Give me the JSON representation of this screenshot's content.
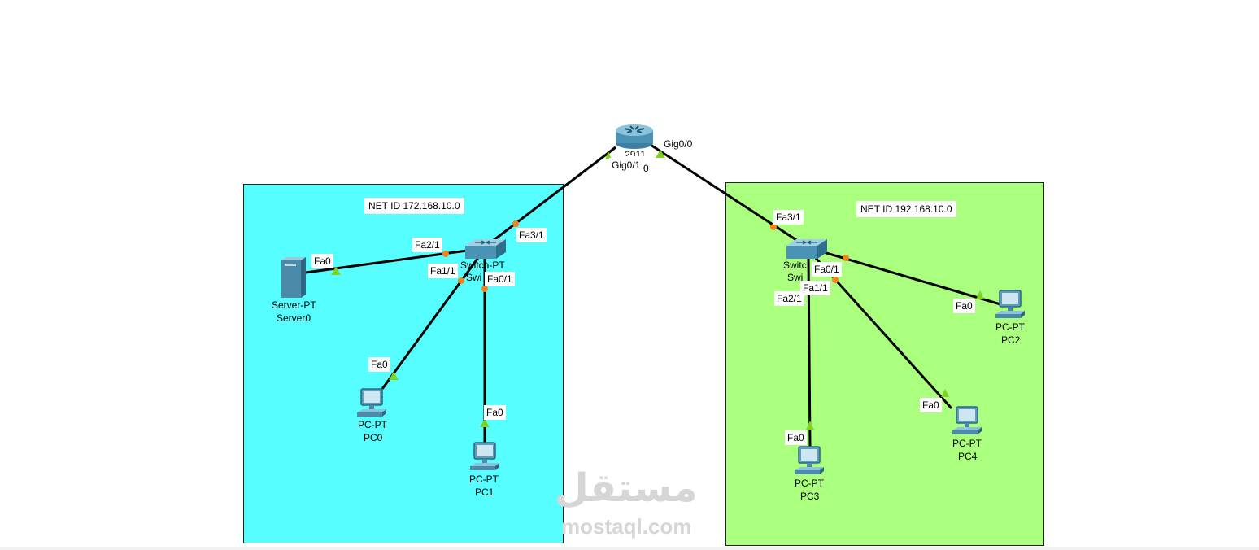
{
  "areas": {
    "left": {
      "color": "#57feff",
      "net_label": "NET ID 172.168.10.0"
    },
    "right": {
      "color": "#aaff7f",
      "net_label": "NET ID 192.168.10.0"
    }
  },
  "devices": {
    "router": {
      "model": "2911",
      "name": "0"
    },
    "switch0": {
      "model": "Switch-PT",
      "name": "Swi"
    },
    "switch1": {
      "model": "Switc",
      "name": "Swi"
    },
    "server0": {
      "model": "Server-PT",
      "name": "Server0"
    },
    "pc0": {
      "model": "PC-PT",
      "name": "PC0"
    },
    "pc1": {
      "model": "PC-PT",
      "name": "PC1"
    },
    "pc2": {
      "model": "PC-PT",
      "name": "PC2"
    },
    "pc3": {
      "model": "PC-PT",
      "name": "PC3"
    },
    "pc4": {
      "model": "PC-PT",
      "name": "PC4"
    }
  },
  "ports": {
    "router_gig00": "Gig0/0",
    "router_gig01": "Gig0/1",
    "sw0_fa31": "Fa3/1",
    "sw0_fa21": "Fa2/1",
    "sw0_fa11": "Fa1/1",
    "sw0_fa01": "Fa0/1",
    "server0_fa0": "Fa0",
    "pc0_fa0": "Fa0",
    "pc1_fa0": "Fa0",
    "sw1_fa31": "Fa3/1",
    "sw1_fa01": "Fa0/1",
    "sw1_fa11": "Fa1/1",
    "sw1_fa21": "Fa2/1",
    "pc2_fa0": "Fa0",
    "pc3_fa0": "Fa0",
    "pc4_fa0": "Fa0"
  },
  "link_colors": {
    "up": "#7ed321",
    "down": "#f5821f",
    "cable": "#000000"
  },
  "watermark": {
    "arabic": "مستقل",
    "latin": "mostaql.com"
  }
}
